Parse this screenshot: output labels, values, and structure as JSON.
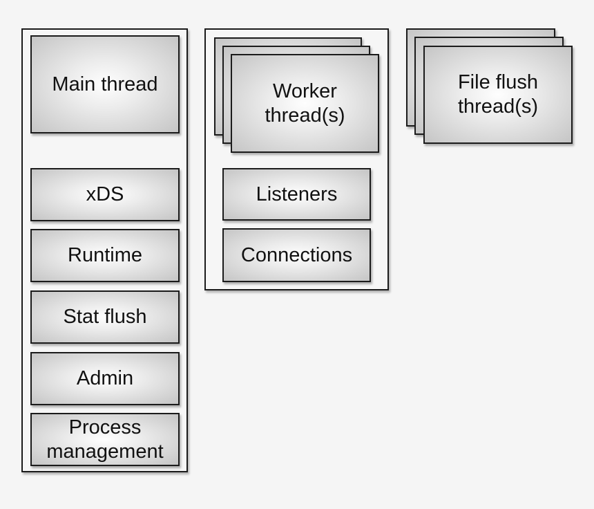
{
  "colors": {
    "background": "#f5f5f5",
    "container_fill": "#f6f6f6",
    "border": "#1b1b1b",
    "box_center": "#fefefe",
    "box_edge": "#c5c5c5",
    "text": "#111111"
  },
  "groups": {
    "main": {
      "primary_label": "Main thread",
      "items": [
        "xDS",
        "Runtime",
        "Stat flush",
        "Admin",
        "Process management"
      ]
    },
    "worker": {
      "primary_label": "Worker thread(s)",
      "items": [
        "Listeners",
        "Connections"
      ]
    },
    "file_flush": {
      "primary_label": "File flush thread(s)"
    }
  }
}
